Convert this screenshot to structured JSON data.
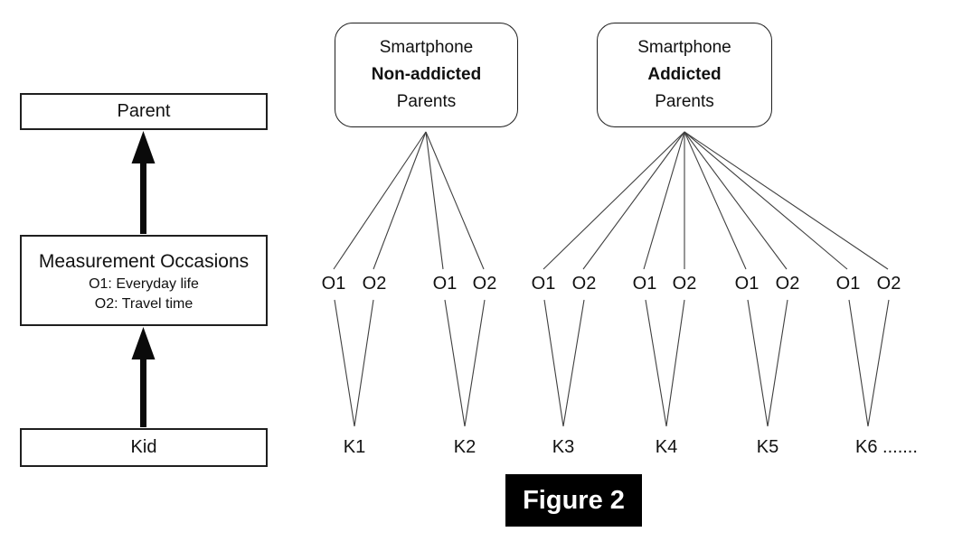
{
  "figure": {
    "caption": "Figure 2",
    "background_color": "#ffffff",
    "line_color": "#3f3f3f",
    "box_border_color": "#1f1f1f",
    "caption_bg_color": "#000000",
    "caption_text_color": "#ffffff"
  },
  "left_panel": {
    "parent_box_label": "Parent",
    "measurement_box": {
      "title": "Measurement Occasions",
      "o1_desc": "O1: Everyday life",
      "o2_desc": "O2: Travel time"
    },
    "kid_box_label": "Kid"
  },
  "parent_groups": [
    {
      "line1": "Smartphone",
      "line2_bold": "Non-addicted",
      "line3": "Parents"
    },
    {
      "line1": "Smartphone",
      "line2_bold": "Addicted",
      "line3": "Parents"
    }
  ],
  "occasion_pairs": [
    {
      "o1": "O1",
      "o2": "O2"
    },
    {
      "o1": "O1",
      "o2": "O2"
    },
    {
      "o1": "O1",
      "o2": "O2"
    },
    {
      "o1": "O1",
      "o2": "O2"
    },
    {
      "o1": "O1",
      "o2": "O2"
    },
    {
      "o1": "O1",
      "o2": "O2"
    }
  ],
  "kids": [
    "K1",
    "K2",
    "K3",
    "K4",
    "K5",
    "K6 ......."
  ]
}
